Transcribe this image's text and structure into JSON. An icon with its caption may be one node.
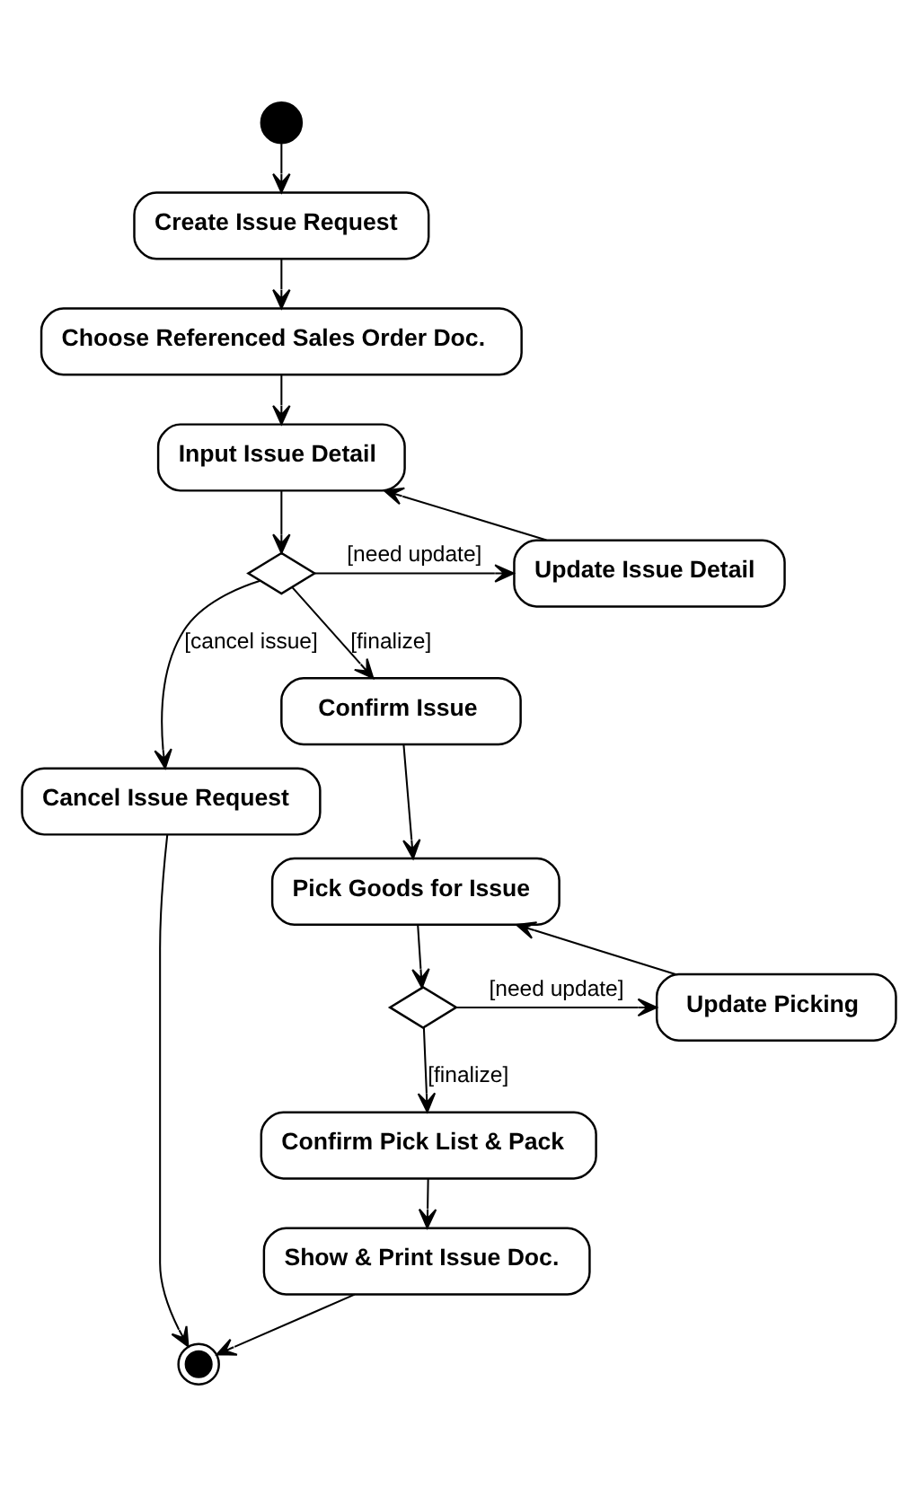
{
  "diagram": {
    "nodes": [
      {
        "text": [],
        "shape": "circle"
      },
      {
        "text": [
          "Create Issue Request"
        ]
      },
      {
        "text": [
          "Choose Referenced Sales Order Doc."
        ]
      },
      {
        "text": [
          "Input Issue Detail"
        ]
      },
      {
        "text": [
          "Update Issue Detail"
        ]
      },
      {
        "text": [],
        "shape": "diamond"
      },
      {
        "text": [
          "Cancel Issue Request"
        ]
      },
      {
        "text": [
          "Confirm Issue"
        ]
      },
      {
        "text": [
          "Pick Goods for Issue"
        ]
      },
      {
        "text": [
          "Update Picking"
        ]
      },
      {
        "text": [],
        "shape": "diamond"
      },
      {
        "text": [
          "Confirm Pick List & Pack"
        ]
      },
      {
        "text": [
          "Show & Print Issue Doc."
        ]
      },
      {
        "text": [],
        "shape": "circle"
      }
    ],
    "edges": [
      {
        "from": 0,
        "to": 1,
        "arrow": "to"
      },
      {
        "from": 1,
        "to": 2,
        "arrow": "to"
      },
      {
        "from": 2,
        "to": 3,
        "arrow": "to"
      },
      {
        "from": 3,
        "to": 5,
        "arrow": "to"
      },
      {
        "from": 5,
        "to": 4,
        "label": "[need update]",
        "arrow": "to"
      },
      {
        "from": 5,
        "to": 6,
        "label": "[cancel issue]",
        "arrow": "to"
      },
      {
        "from": 5,
        "to": 7,
        "label": "[finalize]",
        "arrow": "to"
      },
      {
        "from": 4,
        "to": 3,
        "arrow": "to"
      },
      {
        "from": 7,
        "to": 8,
        "arrow": "to"
      },
      {
        "from": 8,
        "to": 10,
        "arrow": "to"
      },
      {
        "from": 10,
        "to": 9,
        "label": "[need update]",
        "arrow": "to"
      },
      {
        "from": 9,
        "to": 8,
        "arrow": "to"
      },
      {
        "from": 10,
        "to": 11,
        "label": "[finalize]",
        "arrow": "to"
      },
      {
        "from": 11,
        "to": 12,
        "arrow": "to"
      },
      {
        "from": 12,
        "to": 13,
        "arrow": "to"
      },
      {
        "from": 6,
        "to": 13,
        "arrow": "to"
      }
    ]
  }
}
